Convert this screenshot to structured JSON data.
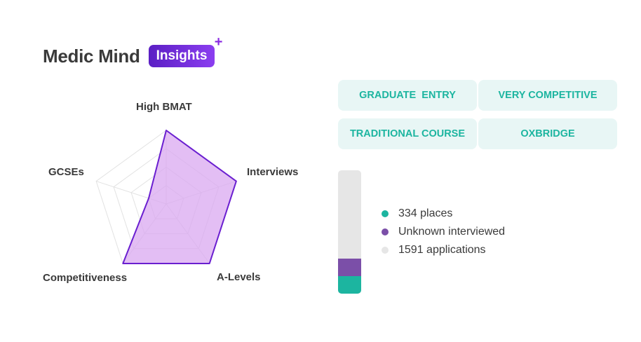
{
  "header": {
    "brand": "Medic Mind",
    "badge": "Insights",
    "badge_plus": "+"
  },
  "radar": {
    "axes": [
      {
        "label": "High BMAT",
        "value": 1.0
      },
      {
        "label": "Interviews",
        "value": 1.0
      },
      {
        "label": "A-Levels",
        "value": 1.0
      },
      {
        "label": "Competitiveness",
        "value": 1.0
      },
      {
        "label": "GCSEs",
        "value": 0.25
      }
    ],
    "levels": 4,
    "stroke_color": "#6a1fd0",
    "fill_color": "#d9a8f0"
  },
  "tags": [
    "GRADUATE  ENTRY",
    "VERY COMPETITIVE",
    "TRADITIONAL COURSE",
    "OXBRIDGE"
  ],
  "stats": {
    "places": {
      "label": "334 places",
      "color": "#1cb5a0",
      "fraction": 0.14
    },
    "interviewed": {
      "label": "Unknown interviewed",
      "color": "#7b4fa8",
      "fraction": 0.14
    },
    "applications": {
      "label": "1591 applications",
      "color": "#e6e6e6"
    }
  }
}
